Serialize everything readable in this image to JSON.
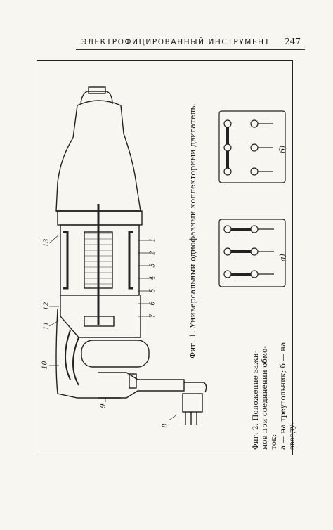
{
  "header": {
    "running_title": "ЭЛЕКТРОФИЦИРОВАННЫЙ ИНСТРУМЕНТ",
    "page_number": "247"
  },
  "figure1": {
    "caption": "Фиг. 1. Универсальный однофазный коллекторный двигатель.",
    "callouts": [
      "1",
      "2",
      "3",
      "4",
      "5",
      "6",
      "7",
      "8",
      "9",
      "10",
      "11",
      "12",
      "13"
    ]
  },
  "figure2": {
    "caption_lines": [
      "Фиг. 2. Положение зажи-",
      "мов при соединении обмо-",
      "ток:",
      "а — на треугольник; б — на",
      "звезду."
    ],
    "label_a": "а)",
    "label_b": "б)"
  }
}
